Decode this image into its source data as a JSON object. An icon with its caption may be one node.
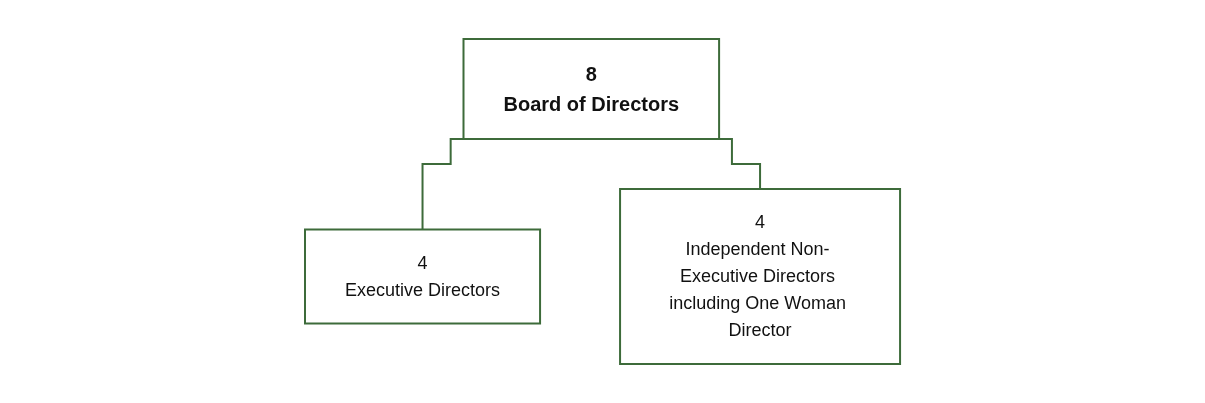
{
  "diagram": {
    "nodes": [
      {
        "text": [
          "8",
          "Board of Directors"
        ]
      },
      {
        "text": [
          "4",
          "Executive Directors"
        ]
      },
      {
        "text": [
          "4",
          "Independent Non- Executive Directors including One Woman Director"
        ]
      }
    ],
    "edges": [
      {
        "from": 0,
        "to": 1,
        "arrow": "none"
      },
      {
        "from": 0,
        "to": 2,
        "arrow": "none"
      }
    ]
  }
}
